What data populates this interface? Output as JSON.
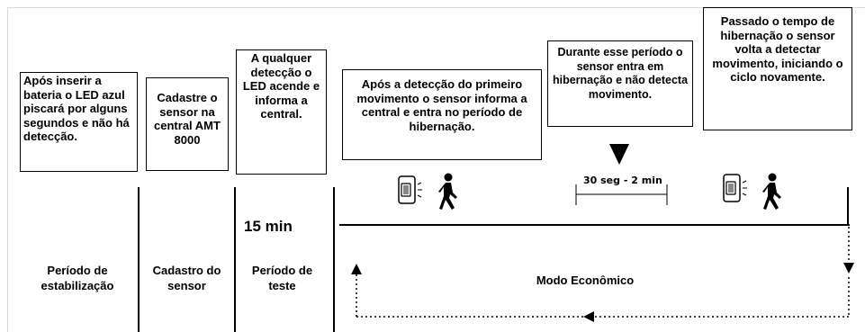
{
  "stages": {
    "stabilization": {
      "description": "Após inserir a bateria o LED azul piscará por alguns segundos e não há detecção.",
      "label": "Período de estabilização"
    },
    "registration": {
      "description": "Cadastre o sensor na central AMT 8000",
      "label": "Cadastro do sensor"
    },
    "test": {
      "description": "A qualquer detecção o LED acende e informa a central.",
      "duration": "15 min",
      "label": "Período de teste"
    }
  },
  "economy": {
    "first_detection": "Após a detecção do primeiro movimento o sensor informa a central e entra no período de hibernação.",
    "hibernation": "Durante esse período o sensor entra em hibernação e não detecta movimento.",
    "after_hibernation": "Passado o tempo de hibernação o sensor volta a detectar movimento, iniciando o ciclo novamente.",
    "hibernation_time": "30 seg - 2 min",
    "mode_label": "Modo Econômico"
  },
  "icons": [
    "motion-sensor-icon",
    "walking-person-icon"
  ]
}
